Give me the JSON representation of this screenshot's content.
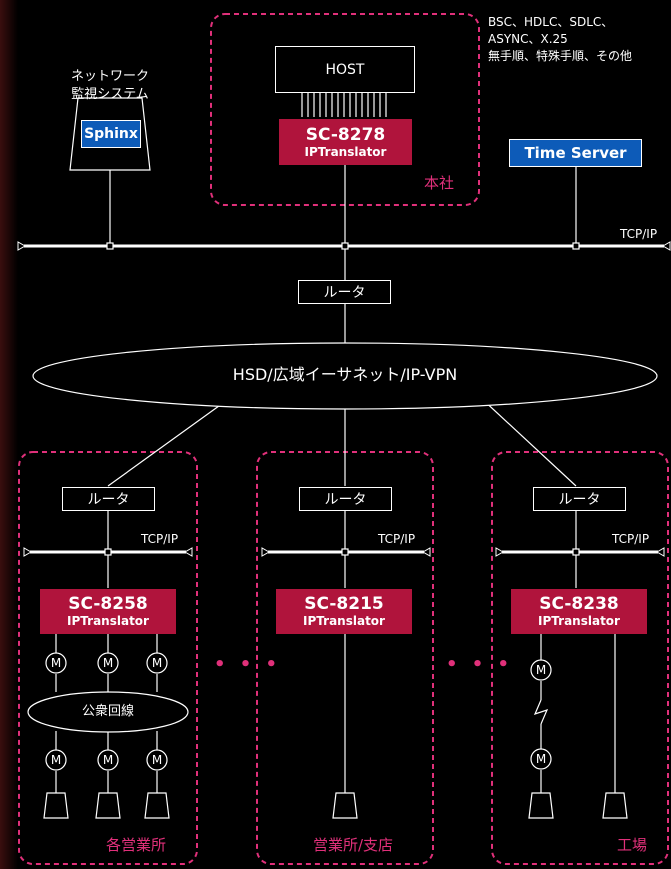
{
  "protocols": {
    "line1": "BSC、HDLC、SDLC、",
    "line2": "ASYNC、X.25",
    "line3": "無手順、特殊手順、その他"
  },
  "monitor": {
    "label_line1": "ネットワーク",
    "label_line2": "監視システム",
    "name": "Sphinx"
  },
  "head_office": {
    "host": "HOST",
    "model": "SC-8278",
    "product": "IPTranslator",
    "label": "本社"
  },
  "time_server": "Time Server",
  "tcp_ip": "TCP/IP",
  "router": "ルータ",
  "wan": "HSD/広域イーサネット/IP-VPN",
  "sites": [
    {
      "router": "ルータ",
      "tcp_ip": "TCP/IP",
      "model": "SC-8258",
      "product": "IPTranslator",
      "label": "各営業所"
    },
    {
      "router": "ルータ",
      "tcp_ip": "TCP/IP",
      "model": "SC-8215",
      "product": "IPTranslator",
      "label": "営業所/支店"
    },
    {
      "router": "ルータ",
      "tcp_ip": "TCP/IP",
      "model": "SC-8238",
      "product": "IPTranslator",
      "label": "工場"
    }
  ],
  "modem_symbol": "M",
  "public_network": "公衆回線",
  "ellipsis": "• • •",
  "colors": {
    "accent_red": "#b0143c",
    "dash_pink": "#e0307a",
    "server_blue": "#0d5bb8",
    "background": "#000000"
  }
}
